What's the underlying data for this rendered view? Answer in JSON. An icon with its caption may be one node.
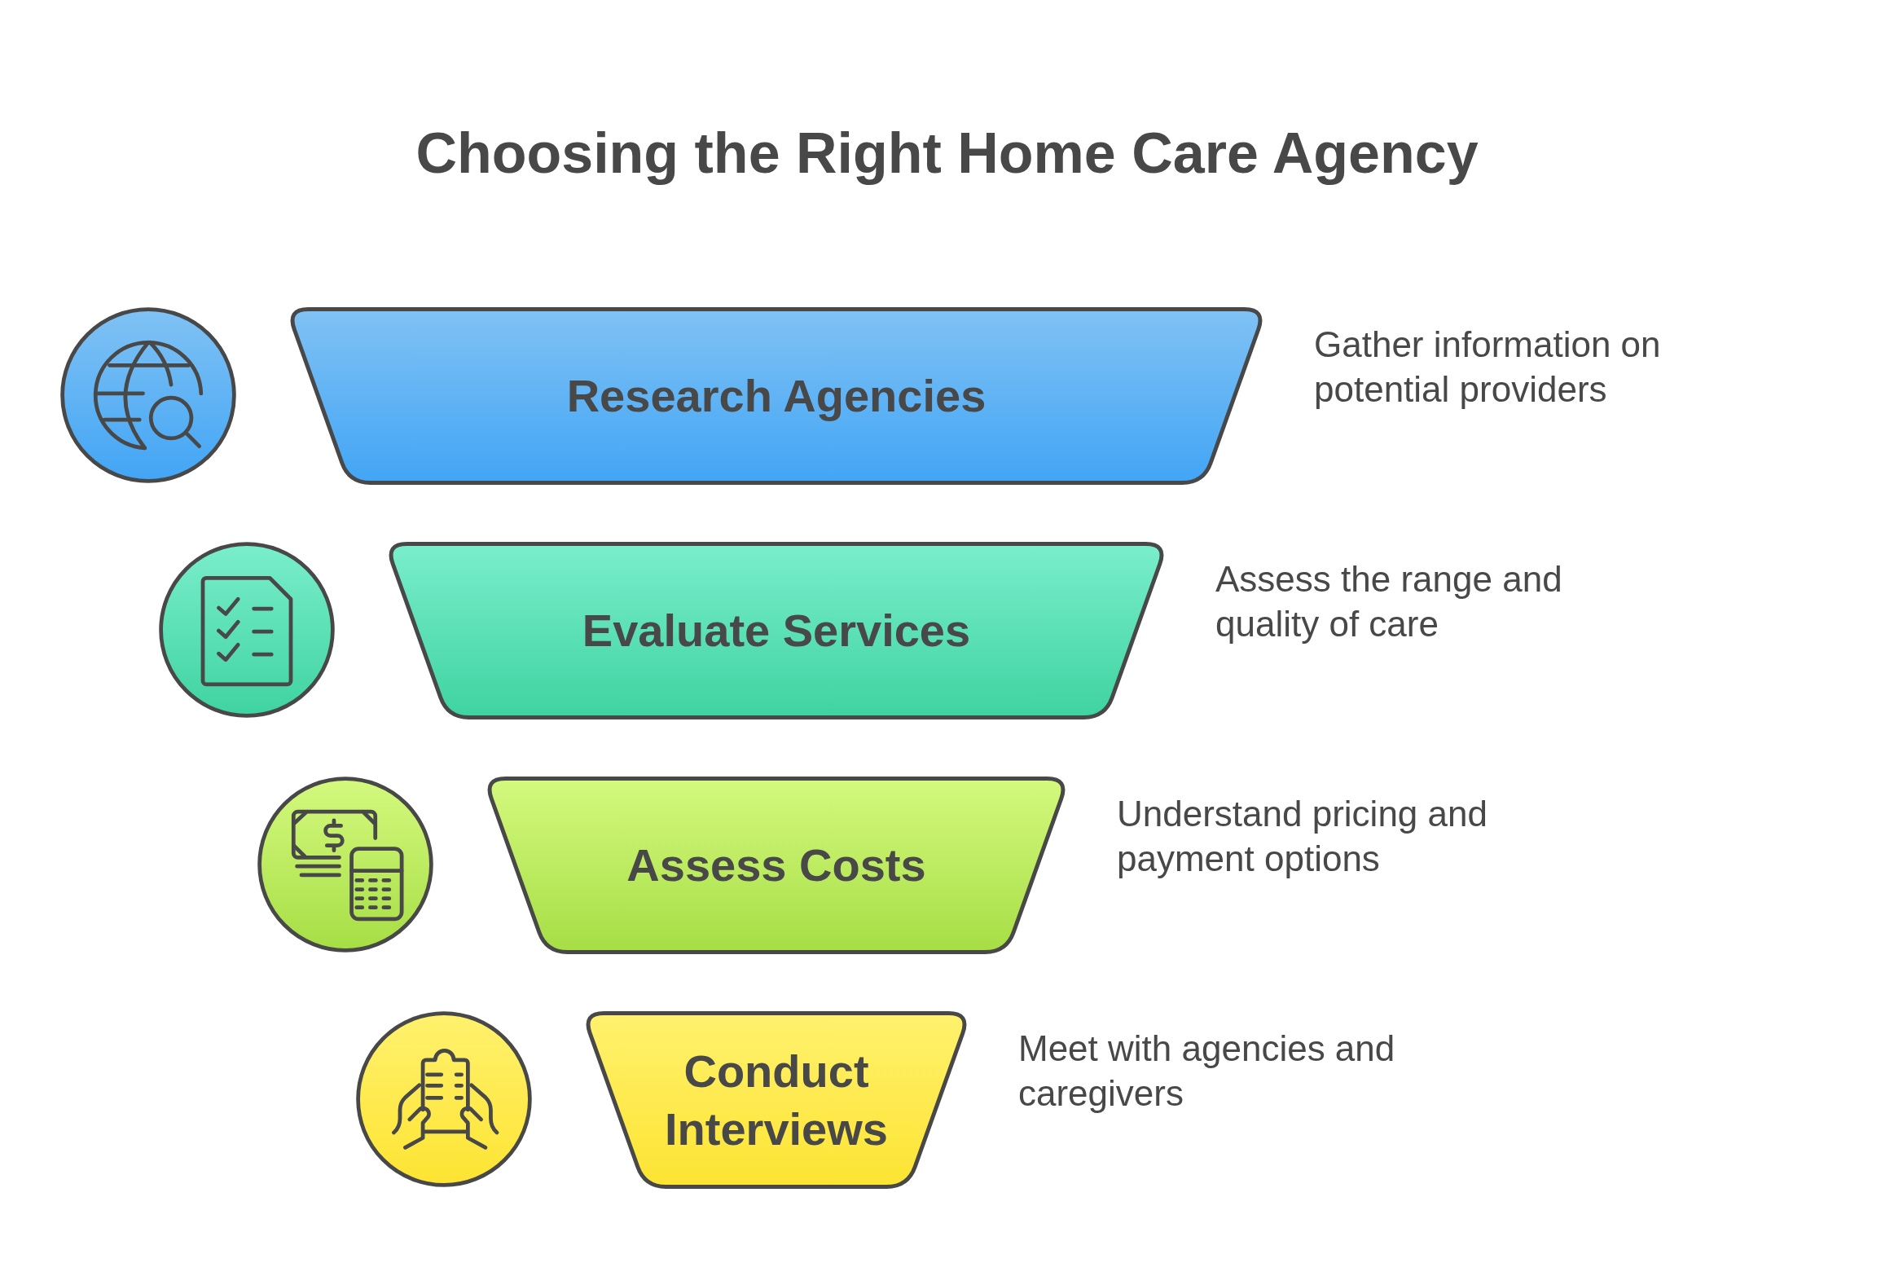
{
  "diagram": {
    "title": "Choosing the Right Home Care Agency",
    "nodes": [
      {
        "text": [
          "Research Agencies"
        ],
        "beside": [
          "Gather information on potential providers"
        ]
      },
      {
        "text": [
          "Evaluate Services"
        ],
        "beside": [
          "Assess the range and quality of care"
        ]
      },
      {
        "text": [
          "Assess Costs"
        ],
        "beside": [
          "Understand pricing and payment options"
        ]
      },
      {
        "text": [
          "Conduct Interviews"
        ],
        "beside": [
          "Meet with agencies and caregivers"
        ]
      }
    ]
  }
}
